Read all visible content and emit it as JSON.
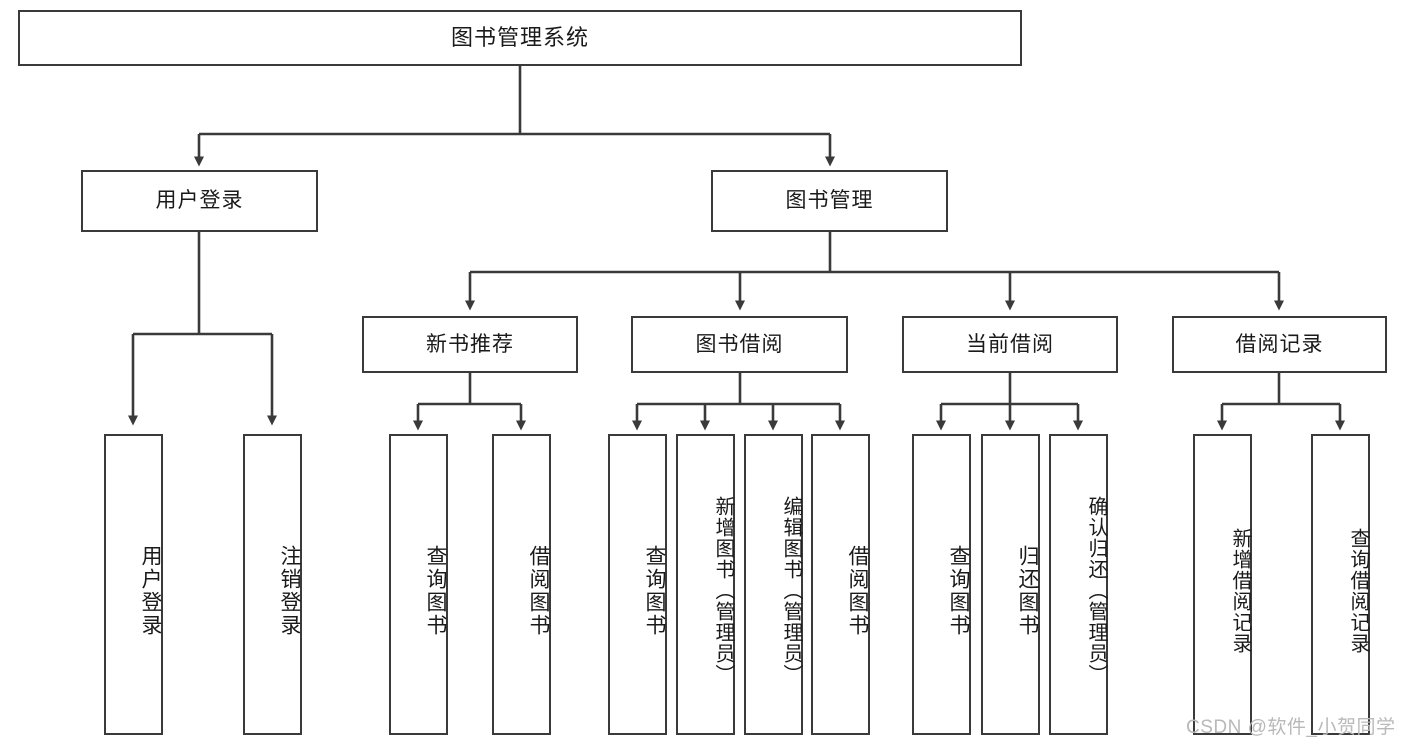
{
  "diagram": {
    "type": "hierarchy-tree",
    "title": "图书管理系统",
    "levels": 4,
    "root": {
      "label": "图书管理系统"
    },
    "level2": [
      {
        "id": "user-login",
        "label": "用户登录"
      },
      {
        "id": "book-manage",
        "label": "图书管理"
      }
    ],
    "level3": [
      {
        "id": "new-book-recommend",
        "label": "新书推荐",
        "parent": "book-manage"
      },
      {
        "id": "book-borrow",
        "label": "图书借阅",
        "parent": "book-manage"
      },
      {
        "id": "current-borrow",
        "label": "当前借阅",
        "parent": "book-manage"
      },
      {
        "id": "borrow-record",
        "label": "借阅记录",
        "parent": "book-manage"
      }
    ],
    "leaves": {
      "user_login": [
        {
          "id": "leaf-user-login",
          "label": "用户登录"
        },
        {
          "id": "leaf-user-logout",
          "label": "注销登录"
        }
      ],
      "new_book_recommend": [
        {
          "id": "leaf-query-book-1",
          "label": "查询图书"
        },
        {
          "id": "leaf-borrow-book-1",
          "label": "借阅图书"
        }
      ],
      "book_borrow": [
        {
          "id": "leaf-query-book-2",
          "label": "查询图书"
        },
        {
          "id": "leaf-add-book",
          "label": "新增图书（管理员）"
        },
        {
          "id": "leaf-edit-book",
          "label": "编辑图书（管理员）"
        },
        {
          "id": "leaf-borrow-book-2",
          "label": "借阅图书"
        }
      ],
      "current_borrow": [
        {
          "id": "leaf-query-book-3",
          "label": "查询图书"
        },
        {
          "id": "leaf-return-book",
          "label": "归还图书"
        },
        {
          "id": "leaf-confirm-return",
          "label": "确认归还（管理员）"
        }
      ],
      "borrow_record": [
        {
          "id": "leaf-add-record",
          "label": "新增借阅记录"
        },
        {
          "id": "leaf-query-record",
          "label": "查询借阅记录"
        }
      ]
    }
  },
  "watermark": {
    "text": "CSDN @软件_小贺同学"
  },
  "colors": {
    "stroke": "#3a3a3a",
    "box_fill": "#ffffff",
    "text": "#1a1a1a",
    "watermark": "#b9b9b9",
    "background": "#ffffff"
  }
}
